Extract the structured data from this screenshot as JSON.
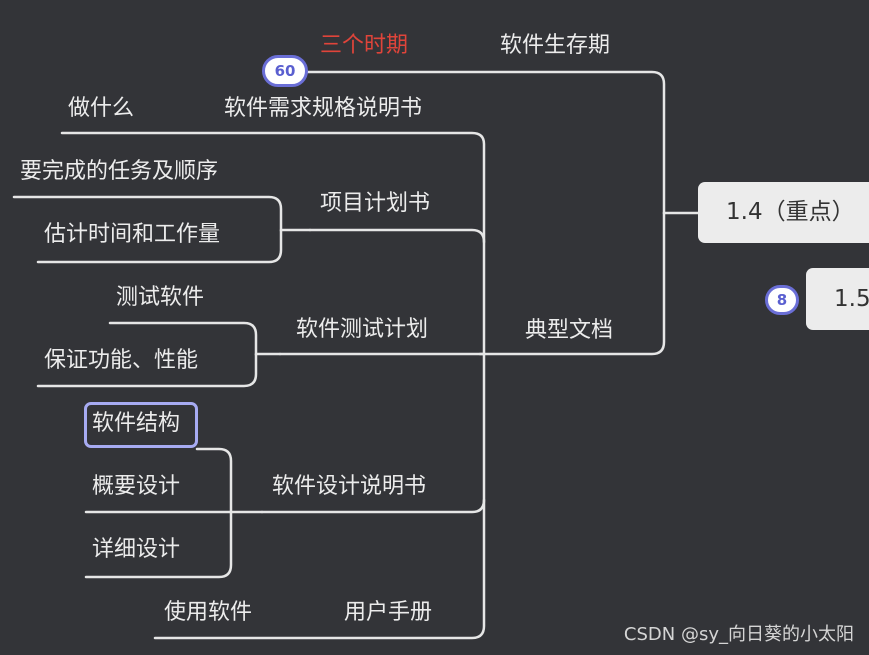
{
  "root": {
    "label": "1.4（重点）",
    "sibling_label": "1.5",
    "sibling_badge": "8"
  },
  "lifecycle": {
    "label": "软件生存期",
    "sub_label": "三个时期",
    "badge": "60"
  },
  "documents": {
    "label": "典型文档",
    "items": [
      {
        "label": "软件需求规格说明书",
        "children": [
          "做什么"
        ]
      },
      {
        "label": "项目计划书",
        "children": [
          "要完成的任务及顺序",
          "估计时间和工作量"
        ]
      },
      {
        "label": "软件测试计划",
        "children": [
          "测试软件",
          "保证功能、性能"
        ]
      },
      {
        "label": "软件设计说明书",
        "children": [
          "软件结构",
          "概要设计",
          "详细设计"
        ]
      },
      {
        "label": "用户手册",
        "children": [
          "使用软件"
        ]
      }
    ]
  },
  "colors": {
    "background": "#333438",
    "line": "#e6e6e6",
    "accent_red": "#e0443a",
    "badge_border": "#6a6ed6",
    "selection": "#a7abf2"
  },
  "watermark": "CSDN @sy_向日葵的小太阳"
}
